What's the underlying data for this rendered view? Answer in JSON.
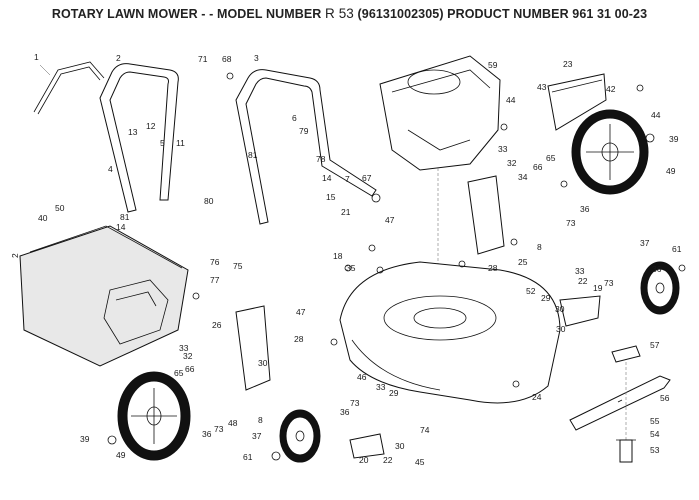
{
  "title": {
    "prefix": "ROTARY LAWN MOWER - - MODEL NUMBER",
    "model": "R 53",
    "suffix": "(96131002305) PRODUCT NUMBER 961 31 00-23"
  },
  "callouts": [
    {
      "id": "c1",
      "text": "1"
    },
    {
      "id": "c2a",
      "text": "2"
    },
    {
      "id": "c2b",
      "text": "2"
    },
    {
      "id": "c3",
      "text": "3"
    },
    {
      "id": "c4",
      "text": "4"
    },
    {
      "id": "c5",
      "text": "5"
    },
    {
      "id": "c6",
      "text": "6"
    },
    {
      "id": "c7",
      "text": "7"
    },
    {
      "id": "c8a",
      "text": "8"
    },
    {
      "id": "c8b",
      "text": "8"
    },
    {
      "id": "c11",
      "text": "11"
    },
    {
      "id": "c12",
      "text": "12"
    },
    {
      "id": "c13",
      "text": "13"
    },
    {
      "id": "c14a",
      "text": "14"
    },
    {
      "id": "c14b",
      "text": "14"
    },
    {
      "id": "c15",
      "text": "15"
    },
    {
      "id": "c18",
      "text": "18"
    },
    {
      "id": "c19",
      "text": "19"
    },
    {
      "id": "c20",
      "text": "20"
    },
    {
      "id": "c21",
      "text": "21"
    },
    {
      "id": "c22a",
      "text": "22"
    },
    {
      "id": "c22b",
      "text": "22"
    },
    {
      "id": "c23",
      "text": "23"
    },
    {
      "id": "c24",
      "text": "24"
    },
    {
      "id": "c25",
      "text": "25"
    },
    {
      "id": "c26",
      "text": "26"
    },
    {
      "id": "c28a",
      "text": "28"
    },
    {
      "id": "c28b",
      "text": "28"
    },
    {
      "id": "c29a",
      "text": "29"
    },
    {
      "id": "c29b",
      "text": "29"
    },
    {
      "id": "c30a",
      "text": "30"
    },
    {
      "id": "c30b",
      "text": "30"
    },
    {
      "id": "c30c",
      "text": "30"
    },
    {
      "id": "c30d",
      "text": "30"
    },
    {
      "id": "c32a",
      "text": "32"
    },
    {
      "id": "c32b",
      "text": "32"
    },
    {
      "id": "c33a",
      "text": "33"
    },
    {
      "id": "c33b",
      "text": "33"
    },
    {
      "id": "c33c",
      "text": "33"
    },
    {
      "id": "c33d",
      "text": "33"
    },
    {
      "id": "c34",
      "text": "34"
    },
    {
      "id": "c35",
      "text": "35"
    },
    {
      "id": "c36a",
      "text": "36"
    },
    {
      "id": "c36b",
      "text": "36"
    },
    {
      "id": "c36c",
      "text": "36"
    },
    {
      "id": "c36d",
      "text": "36"
    },
    {
      "id": "c37a",
      "text": "37"
    },
    {
      "id": "c37b",
      "text": "37"
    },
    {
      "id": "c39a",
      "text": "39"
    },
    {
      "id": "c39b",
      "text": "39"
    },
    {
      "id": "c40",
      "text": "40"
    },
    {
      "id": "c42",
      "text": "42"
    },
    {
      "id": "c43",
      "text": "43"
    },
    {
      "id": "c44a",
      "text": "44"
    },
    {
      "id": "c44b",
      "text": "44"
    },
    {
      "id": "c45",
      "text": "45"
    },
    {
      "id": "c46",
      "text": "46"
    },
    {
      "id": "c47a",
      "text": "47"
    },
    {
      "id": "c47b",
      "text": "47"
    },
    {
      "id": "c48",
      "text": "48"
    },
    {
      "id": "c49a",
      "text": "49"
    },
    {
      "id": "c49b",
      "text": "49"
    },
    {
      "id": "c50",
      "text": "50"
    },
    {
      "id": "c52",
      "text": "52"
    },
    {
      "id": "c53",
      "text": "53"
    },
    {
      "id": "c54",
      "text": "54"
    },
    {
      "id": "c55",
      "text": "55"
    },
    {
      "id": "c56",
      "text": "56"
    },
    {
      "id": "c57",
      "text": "57"
    },
    {
      "id": "c59",
      "text": "59"
    },
    {
      "id": "c61a",
      "text": "61"
    },
    {
      "id": "c61b",
      "text": "61"
    },
    {
      "id": "c65a",
      "text": "65"
    },
    {
      "id": "c65b",
      "text": "65"
    },
    {
      "id": "c66a",
      "text": "66"
    },
    {
      "id": "c66b",
      "text": "66"
    },
    {
      "id": "c67",
      "text": "67"
    },
    {
      "id": "c68",
      "text": "68"
    },
    {
      "id": "c71",
      "text": "71"
    },
    {
      "id": "c73a",
      "text": "73"
    },
    {
      "id": "c73b",
      "text": "73"
    },
    {
      "id": "c73c",
      "text": "73"
    },
    {
      "id": "c73d",
      "text": "73"
    },
    {
      "id": "c74",
      "text": "74"
    },
    {
      "id": "c75",
      "text": "75"
    },
    {
      "id": "c76",
      "text": "76"
    },
    {
      "id": "c77",
      "text": "77"
    },
    {
      "id": "c78",
      "text": "78"
    },
    {
      "id": "c79",
      "text": "79"
    },
    {
      "id": "c80",
      "text": "80"
    },
    {
      "id": "c81a",
      "text": "81"
    },
    {
      "id": "c81b",
      "text": "81"
    }
  ]
}
